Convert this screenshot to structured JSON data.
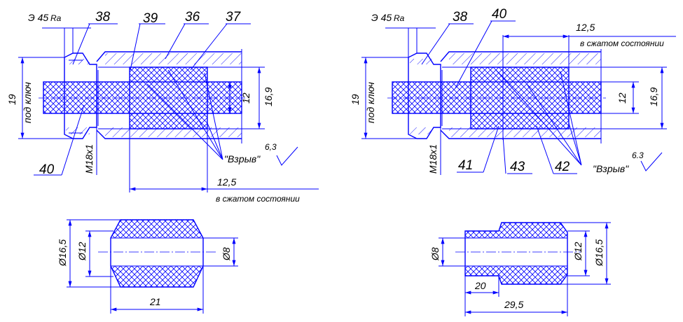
{
  "colors": {
    "line": "#0000ff",
    "text": "#000000",
    "background": "#ffffff"
  },
  "left_view": {
    "chamfer_label": "Э 45",
    "chamfer_symbol": "Ra",
    "callouts": [
      "38",
      "39",
      "36",
      "37",
      "40"
    ],
    "dim_wrench": "19",
    "dim_wrench_note": "под ключ",
    "thread": "M18x1",
    "dim_12": "12",
    "dim_16_9": "16,9",
    "dim_12_5": "12,5",
    "compressed_note": "в сжатом состоянии",
    "explosion_note": "\"Взрыв\"",
    "roughness": "6,3"
  },
  "right_view": {
    "chamfer_label": "Э 45",
    "chamfer_symbol": "Ra",
    "callouts": [
      "38",
      "40",
      "41",
      "43",
      "42"
    ],
    "dim_wrench": "19",
    "dim_wrench_note": "под ключ",
    "thread": "M18x1",
    "dim_12": "12",
    "dim_16_9": "16,9",
    "dim_12_5": "12,5",
    "compressed_note": "в сжатом состоянии",
    "explosion_note": "\"Взрыв\"",
    "roughness": "6.3"
  },
  "left_detail": {
    "dia_outer": "Ø16,5",
    "dia_mid": "Ø12",
    "dia_inner": "Ø8",
    "length": "21"
  },
  "right_detail": {
    "dia_inner": "Ø8",
    "dia_mid": "Ø12",
    "dia_outer": "Ø16,5",
    "step_length": "20",
    "length": "29,5"
  }
}
